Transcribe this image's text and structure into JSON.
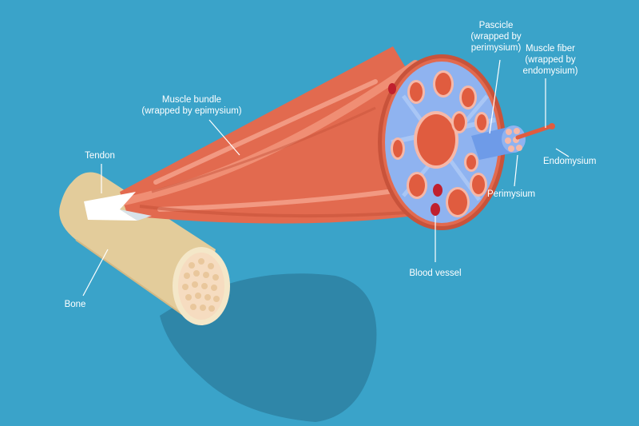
{
  "labels": {
    "muscle_bundle": [
      "Muscle bundle",
      "(wrapped by epimysium)"
    ],
    "tendon": "Tendon",
    "bone": "Bone",
    "pascicle": [
      "Pascicle",
      "(wrapped by",
      "perimysium)"
    ],
    "muscle_fiber": [
      "Muscle fiber",
      "(wrapped by",
      "endomysium)"
    ],
    "endomysium": "Endomysium",
    "perimysium": "Perimysium",
    "blood_vessel": "Blood vessel"
  },
  "colors": {
    "background": "#3aa3c9",
    "shadow": "#2f86a8",
    "muscle": "#e26a4f",
    "muscle_light": "#f08e74",
    "muscle_dark": "#c8533b",
    "epimysium_band": "#f6a58f",
    "perimysium": "#8fb3f0",
    "perimysium_light": "#a9c6f5",
    "endomysium": "#f6b8a8",
    "fiber": "#e05c3f",
    "blood_vessel": "#c0202e",
    "tendon": "#ffffff",
    "bone": "#e8d4a8",
    "bone_light": "#f4e7c8",
    "bone_spongy": "#f6dcc0"
  }
}
